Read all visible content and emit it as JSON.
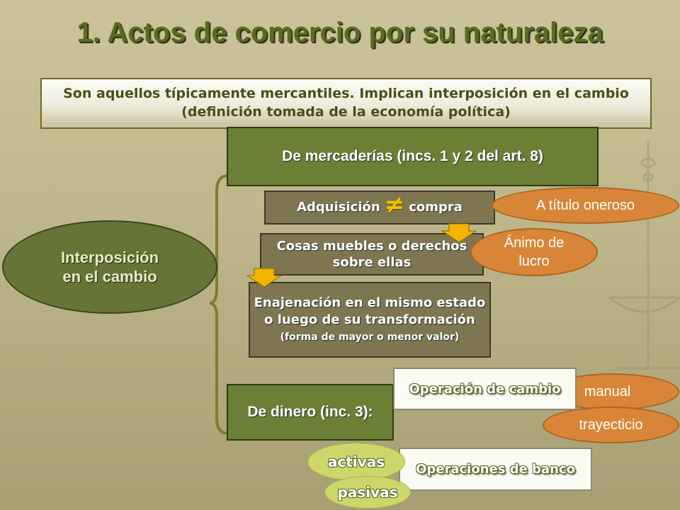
{
  "title": "1. Actos de comercio por su naturaleza",
  "definition": "Son aquellos típicamente mercantiles. Implican interposición en el cambio (definición tomada de la economía política)",
  "center_node": "Interposición en el cambio",
  "mercaderias": {
    "header": "De mercaderías (incs. 1 y 2 del art. 8)",
    "adquisicion_left": "Adquisición",
    "adquisicion_symbol": "≠",
    "adquisicion_right": "compra",
    "cosas": "Cosas muebles o derechos sobre ellas",
    "enajenacion_main": "Enajenación en el mismo estado o luego de su transformación",
    "enajenacion_note": "(forma de mayor o menor valor)",
    "tags": [
      "A título oneroso",
      "Ánimo de lucro"
    ]
  },
  "dinero": {
    "header": "De dinero (inc. 3):",
    "operacion_cambio": "Operación de cambio",
    "cambio_tags": [
      "manual",
      "trayecticio"
    ],
    "operaciones_banco": "Operaciones de banco",
    "banco_tags": [
      "activas",
      "pasivas"
    ]
  },
  "colors": {
    "title": "#5b6b1f",
    "green_box": "#6b7f35",
    "grey_box": "#7d7650",
    "orange": "#d98537",
    "lime": "#ccd66a",
    "arrow": "#f5b400",
    "bracket": "#847a30"
  },
  "icons": [
    "down-arrow-icon",
    "down-arrow-icon"
  ]
}
